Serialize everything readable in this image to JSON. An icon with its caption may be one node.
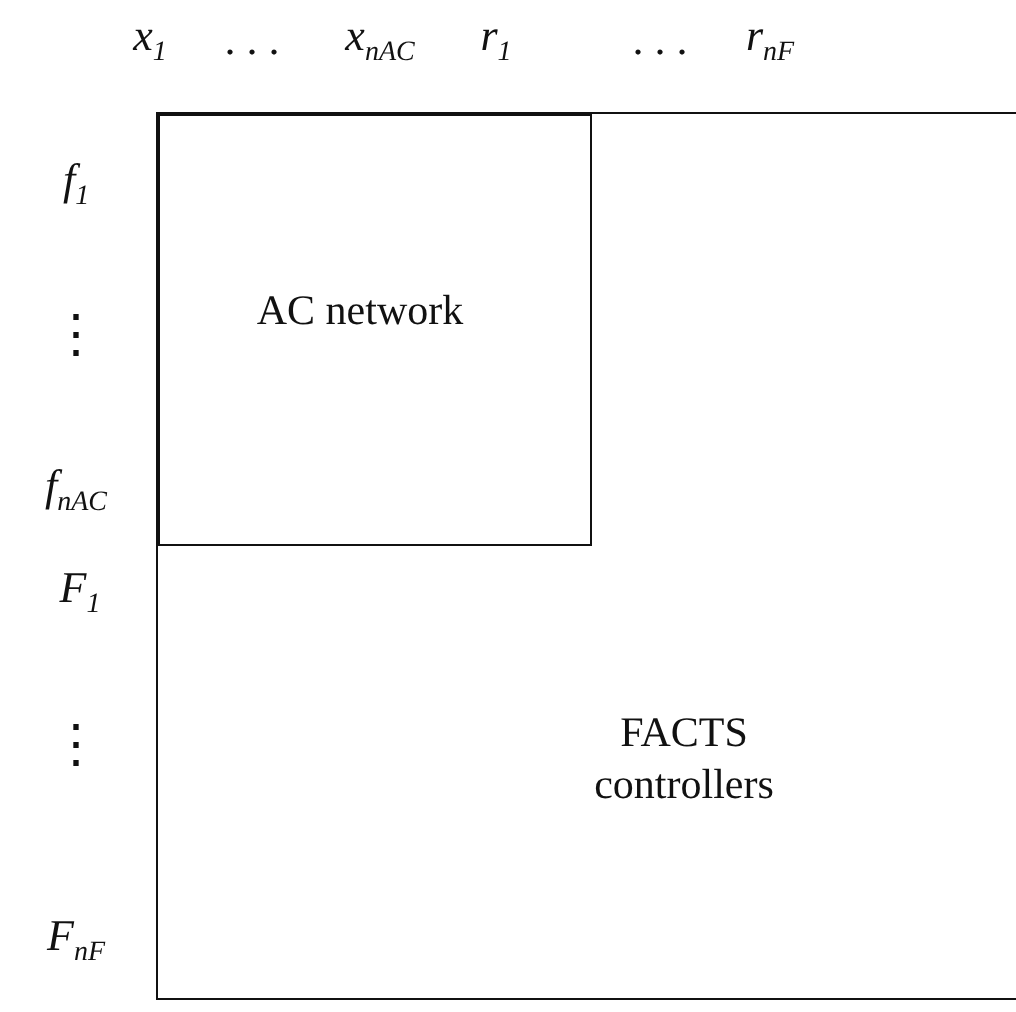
{
  "diagram": {
    "nodes": [
      {
        "text": [
          "FACTS controllers"
        ]
      },
      {
        "text": [
          "AC network"
        ],
        "in": 0
      }
    ],
    "edges": [],
    "labels": [
      "x$_{1}$",
      ". . .",
      "x$_{nAC}$",
      "r$_{1}$",
      ". . .",
      "r$_{nF}$",
      "f$_{1}$",
      "⋮",
      "f$_{nAC}$",
      "F$_{1}$",
      "⋮",
      "F$_{nF}$"
    ]
  }
}
